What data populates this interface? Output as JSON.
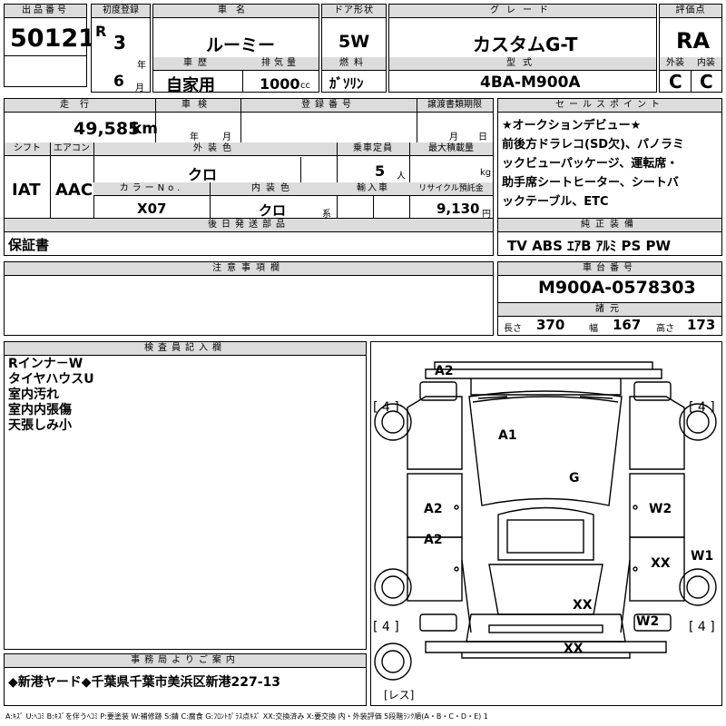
{
  "lot": {
    "label": "出品番号",
    "value": "50121"
  },
  "first_reg": {
    "label": "初度登録",
    "era": "R",
    "year": "3",
    "year_unit": "年",
    "month": "6",
    "month_unit": "月"
  },
  "car_name": {
    "label": "車名",
    "value": "ルーミー"
  },
  "door": {
    "label": "ドア形状",
    "value": "5W"
  },
  "grade": {
    "label": "グレード",
    "value": "カスタムG-T"
  },
  "score": {
    "label": "評価点",
    "value": "RA",
    "ext_label": "外装",
    "ext_value": "C",
    "int_label": "内装",
    "int_value": "C"
  },
  "history": {
    "label": "車歴",
    "value": "自家用"
  },
  "displacement": {
    "label": "排気量",
    "value": "1000",
    "unit": "cc"
  },
  "fuel": {
    "label": "燃料",
    "value": "ｶﾞｿﾘﾝ"
  },
  "model": {
    "label": "型式",
    "value": "4BA-M900A"
  },
  "mileage": {
    "label": "走行",
    "value": "49,585",
    "unit": "km"
  },
  "inspection": {
    "label": "車検",
    "year_unit": "年",
    "month_unit": "月"
  },
  "reg_no": {
    "label": "登録番号"
  },
  "transfer": {
    "label": "譲渡書類期限",
    "month_unit": "月",
    "day_unit": "日"
  },
  "shift": {
    "label": "シフト",
    "value": "IAT"
  },
  "aircon": {
    "label": "エアコン",
    "value": "AAC"
  },
  "ext_color": {
    "label": "外装色",
    "value": "クロ"
  },
  "capacity": {
    "label": "乗車定員",
    "value": "5",
    "unit": "人"
  },
  "max_load": {
    "label": "最大積載量",
    "unit": "kg"
  },
  "color_no": {
    "label": "カラーNo.",
    "value": "X07"
  },
  "int_color": {
    "label": "内装色",
    "value": "クロ",
    "unit": "系"
  },
  "import": {
    "label": "輸入車"
  },
  "recycle": {
    "label": "リサイクル預託金",
    "value": "9,130",
    "unit": "円"
  },
  "later_parts": {
    "label": "後日発送部品",
    "value": "保証書"
  },
  "sales_points": {
    "label": "セールスポイント",
    "lines": [
      "★オークションデビュー★",
      "前後方ドラレコ(SD欠)、パノラミ",
      "ックビューパッケージ、運転席・",
      "助手席シートヒーター、シートバ",
      "ックテーブル、ETC"
    ]
  },
  "equipment": {
    "label": "純正装備",
    "value": "TV ABS ｴｱB ｱﾙﾐ PS PW"
  },
  "notes": {
    "label": "注意事項欄"
  },
  "chassis": {
    "label": "車台番号",
    "value": "M900A-0578303"
  },
  "specs": {
    "label": "諸元",
    "len_label": "長さ",
    "len": "370",
    "wid_label": "幅",
    "wid": "167",
    "hei_label": "高さ",
    "hei": "173"
  },
  "inspector": {
    "label": "検査員記入欄",
    "lines": [
      "Rインナ－W",
      "タイヤハウスU",
      "室内汚れ",
      "室内内張傷",
      "天張しみ小"
    ]
  },
  "office": {
    "label": "事務局よりご案内",
    "value": "◆新港ヤード◆千葉県千葉市美浜区新港227-13"
  },
  "diagram": {
    "marks": [
      "A2",
      "A1",
      "G",
      "A2",
      "W2",
      "A2",
      "XX",
      "W1",
      "XX",
      "W2",
      "XX"
    ],
    "tires": [
      "[ 4 ]",
      "[ 4 ]",
      "[ 4 ]",
      "[ 4 ]"
    ],
    "spare": "[レス]"
  },
  "legend": "A:ｷｽﾞ U:ﾍｺﾐ B:ｷｽﾞを伴うﾍｺﾐ P:要塗装 W:補修跡 S:錆 C:腐食 G:ﾌﾛﾝﾄｶﾞﾗｽ点ｷｽﾞ XX:交換済み X:要交換 内・外装評価 5段階ﾗﾝｸ順(A・B・C・D・E) 1"
}
